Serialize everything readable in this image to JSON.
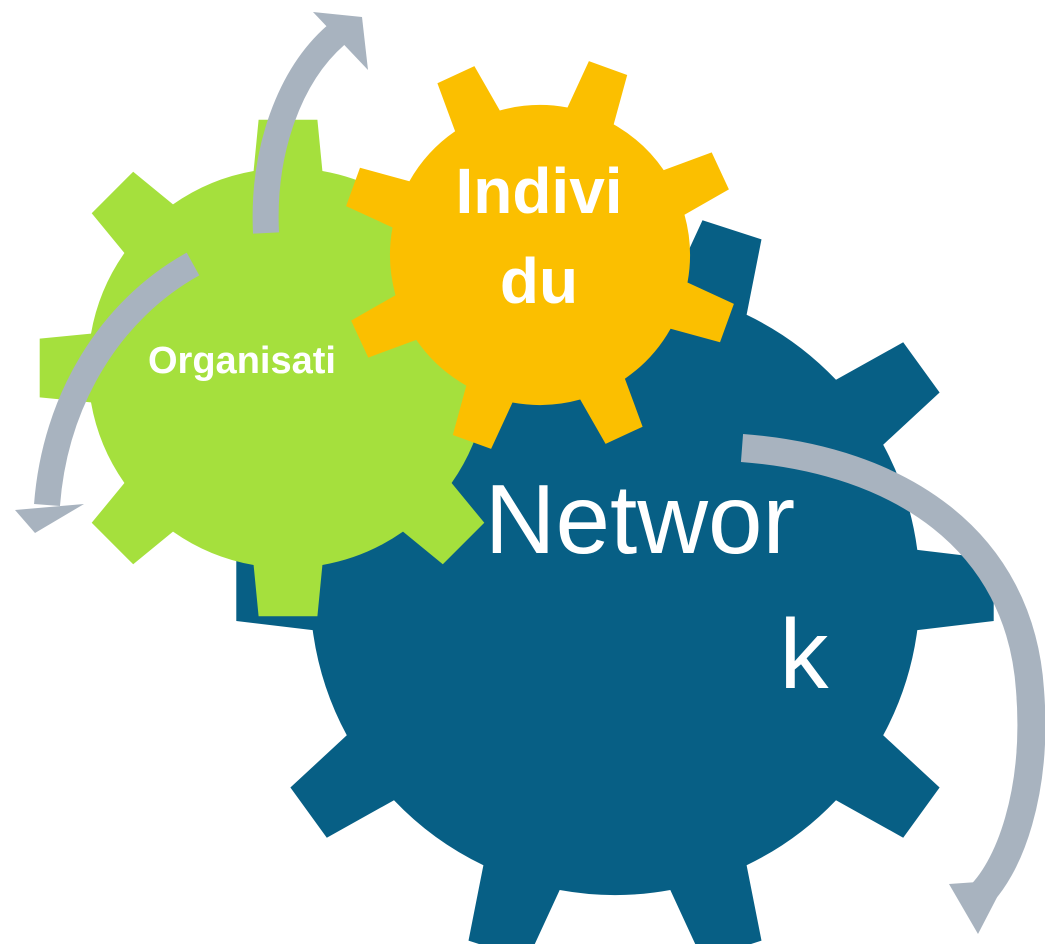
{
  "diagram": {
    "gears": [
      {
        "id": "network",
        "label_line1": "Networ",
        "label_line2": "k",
        "color": "#075F85"
      },
      {
        "id": "organisation",
        "label_line1": "Organisati",
        "color": "#A5E03D"
      },
      {
        "id": "individual",
        "label_line1": "Indivi",
        "label_line2": "du",
        "color": "#FBBF00"
      }
    ],
    "arrow_color": "#A8B3BF",
    "label_color": "#ffffff"
  }
}
